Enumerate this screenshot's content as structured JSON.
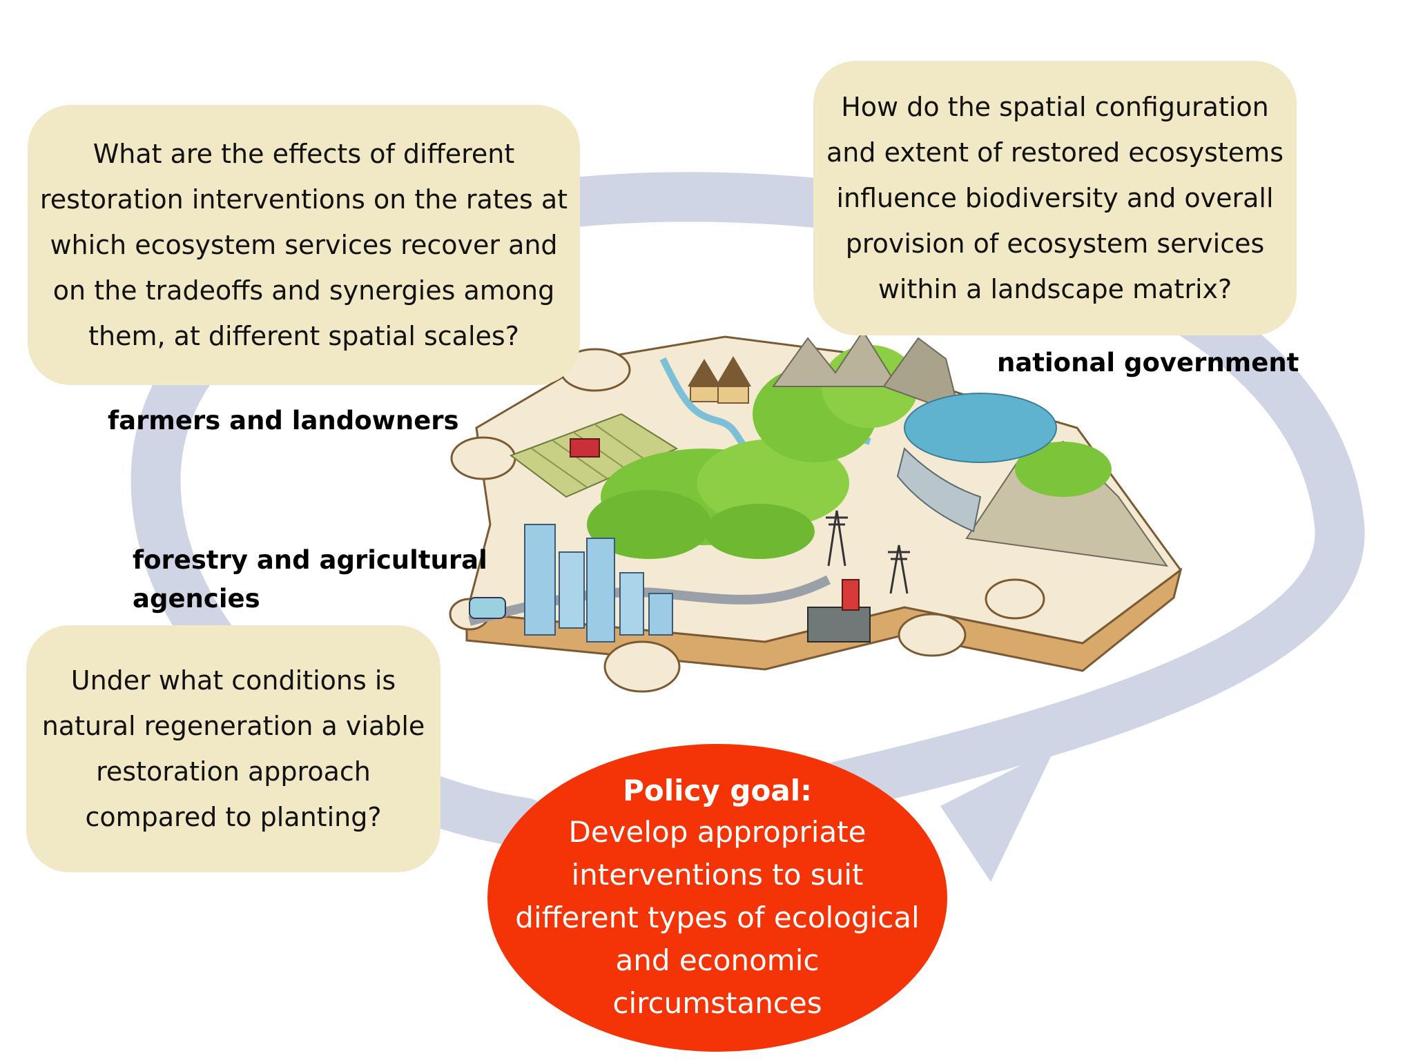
{
  "colors": {
    "question_box": "#f1e8c6",
    "cycle_arrow": "#d0d5e6",
    "policy_ellipse": "#f43306",
    "policy_text": "#ffffff"
  },
  "questions": {
    "effects": "What are the effects of different restoration interventions on the rates at which ecosystem services recover and on the tradeoffs and synergies among them, at different spatial scales?",
    "spatial": "How do the spatial configuration and extent of restored ecosystems influence biodiversity and overall provision of ecosystem services within a landscape matrix?",
    "regeneration": "Under what conditions is natural regeneration a viable restoration approach compared to planting?"
  },
  "stakeholders": {
    "farmers": "farmers  and landowners",
    "forestry_line1": "forestry and agricultural",
    "forestry_line2": "agencies",
    "national": "national government"
  },
  "policy": {
    "title": "Policy goal:",
    "body": "Develop appropriate interventions to suit different types of ecological and economic circumstances"
  }
}
